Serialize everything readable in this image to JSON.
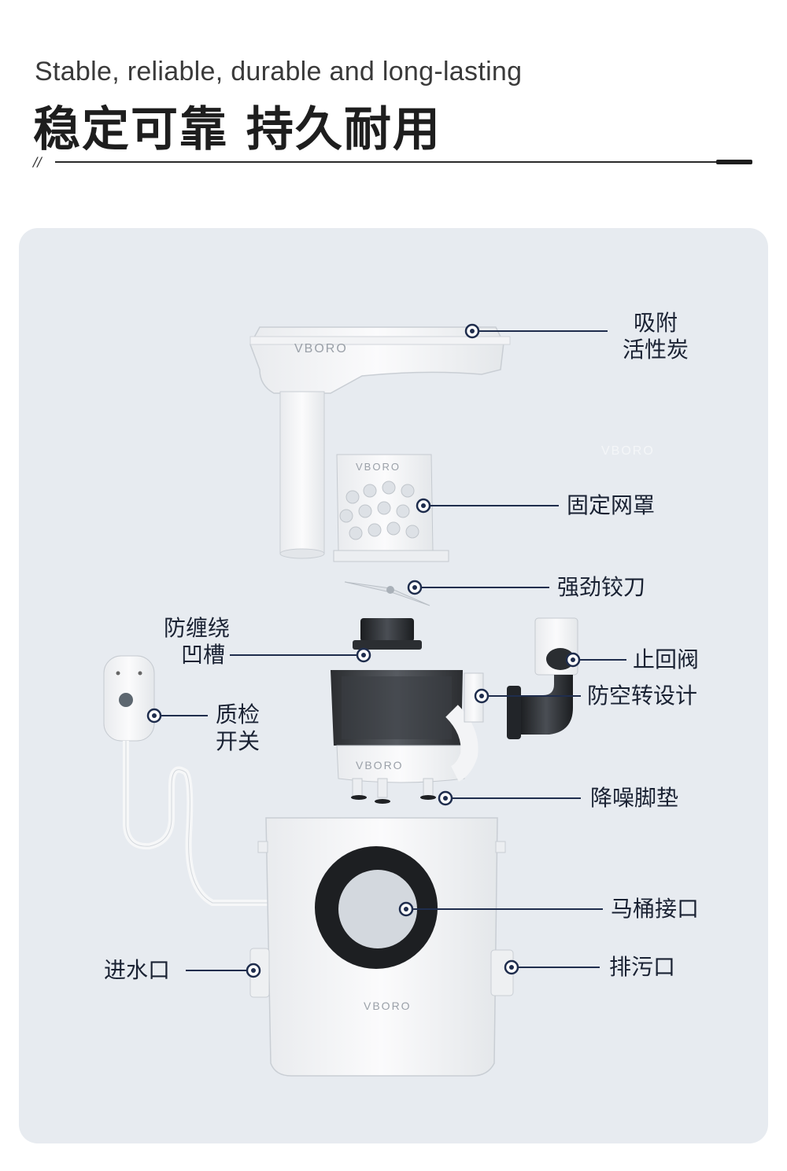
{
  "header": {
    "subtitle": "Stable, reliable, durable and long-lasting",
    "title": "稳定可靠 持久耐用",
    "slash": "//"
  },
  "watermark": "VBORO",
  "colors": {
    "accent": "#1f2d4d",
    "panel_bg": "#e7ebf0",
    "part_white": "#f7f8f9",
    "part_dark": "#26292d"
  },
  "labels": {
    "carbon": [
      "吸附",
      "活性炭"
    ],
    "mesh_cover": "固定网罩",
    "blade": "强劲铰刀",
    "anti_wind": [
      "防缠绕",
      "凹槽"
    ],
    "check_valve": "止回阀",
    "anti_dry": "防空转设计",
    "qc_switch": [
      "质检",
      "开关"
    ],
    "noise_pad": "降噪脚垫",
    "toilet_port": "马桶接口",
    "inlet": "进水口",
    "outlet": "排污口"
  }
}
